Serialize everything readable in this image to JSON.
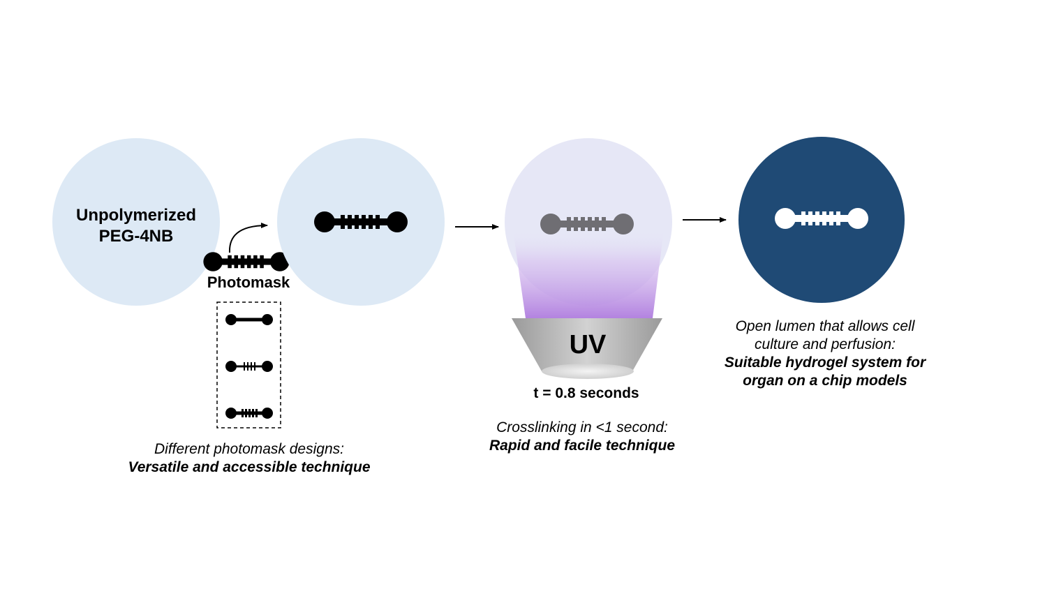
{
  "step1": {
    "line1": "Unpolymerized",
    "line2": "PEG-4NB"
  },
  "photomask": {
    "label": "Photomask"
  },
  "mask_designs": {
    "caption_italic": "Different photomask designs:",
    "caption_bold": "Versatile and accessible technique"
  },
  "uv": {
    "label": "UV",
    "time": "t = 0.8 seconds",
    "caption_italic": "Crosslinking in <1 second:",
    "caption_bold": "Rapid and facile technique"
  },
  "result": {
    "caption_line1": "Open lumen that allows cell",
    "caption_line2": "culture and perfusion:",
    "caption_bold1": "Suitable hydrogel system for",
    "caption_bold2": "organ on a chip models"
  },
  "colors": {
    "light_circle": "#dde9f5",
    "uv_circle": "#e6e7f6",
    "dark_circle": "#1f4a75",
    "uv_glow": "#b98be0",
    "lamp_gray": "#9a9a9a",
    "channel_dark": "#000000",
    "channel_gray": "#6f6e73"
  }
}
